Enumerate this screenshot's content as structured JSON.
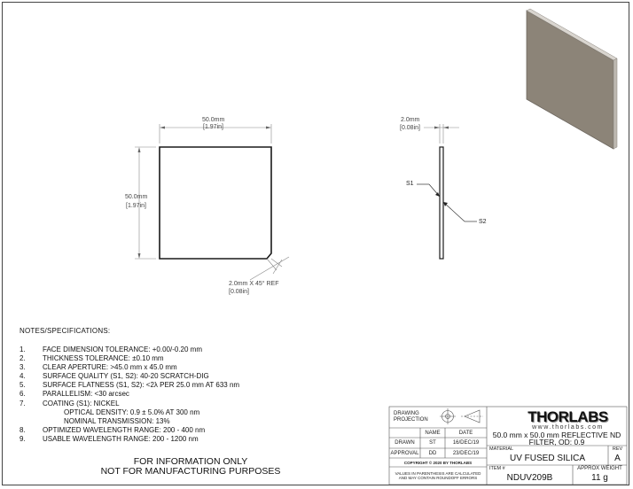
{
  "front_view": {
    "width_mm": "50.0mm",
    "width_in": "[1.97in]",
    "height_mm": "50.0mm",
    "height_in": "[1.97in]",
    "chamfer_mm": "2.0mm  X 45° REF",
    "chamfer_in": "[0.08in]"
  },
  "side_view": {
    "thickness_mm": "2.0mm",
    "thickness_in": "[0.08in]",
    "s1": "S1",
    "s2": "S2"
  },
  "notes": {
    "title": "NOTES/SPECIFICATIONS:",
    "items": [
      {
        "num": "1.",
        "text": "FACE DIMENSION TOLERANCE: +0.00/-0.20 mm"
      },
      {
        "num": "2.",
        "text": "THICKNESS TOLERANCE: ±0.10 mm"
      },
      {
        "num": "3.",
        "text": "CLEAR APERTURE: >45.0 mm x 45.0 mm"
      },
      {
        "num": "4.",
        "text": "SURFACE QUALITY (S1, S2): 40-20 SCRATCH-DIG"
      },
      {
        "num": "5.",
        "text": "SURFACE FLATNESS (S1, S2): <2λ PER 25.0 mm AT 633 nm"
      },
      {
        "num": "6.",
        "text": "PARALLELISM: <30 arcsec"
      },
      {
        "num": "7.",
        "text": "COATING (S1): NICKEL"
      }
    ],
    "sub_items": [
      "OPTICAL DENSITY: 0.9 ± 5.0% AT 300 nm",
      "NOMINAL TRANSMISSION: 13%"
    ],
    "items_after": [
      {
        "num": "8.",
        "text": "OPTIMIZED WAVELENGTH RANGE: 200 - 400 nm"
      },
      {
        "num": "9.",
        "text": "USABLE WAVELENGTH RANGE: 200 - 1200 nm"
      }
    ]
  },
  "disclaimer": {
    "line1": "FOR INFORMATION ONLY",
    "line2": "NOT FOR MANUFACTURING PURPOSES"
  },
  "title_block": {
    "projection_label": "DRAWING PROJECTION",
    "name_header": "NAME",
    "date_header": "DATE",
    "drawn_label": "DRAWN",
    "drawn_name": "ST",
    "drawn_date": "16/DEC/19",
    "approval_label": "APPROVAL",
    "approval_name": "DD",
    "approval_date": "23/DEC/19",
    "copyright": "COPYRIGHT © 2020 BY THORLABS",
    "rounding_note": "VALUES IN PARENTHESIS ARE CALCULATED AND MAY CONTAIN ROUNDOFF ERRORS",
    "logo": "THORLABS",
    "website": "www.thorlabs.com",
    "description": "50.0 mm x 50.0 mm REFLECTIVE ND FILTER, OD: 0.9",
    "material_label": "MATERIAL",
    "material": "UV FUSED SILICA",
    "rev_label": "REV",
    "rev": "A",
    "item_label": "ITEM #",
    "item": "NDUV209B",
    "weight_label": "APPROX WEIGHT",
    "weight": "11 g"
  },
  "colors": {
    "line": "#1a1a1a",
    "dim_line": "#888888",
    "iso_face": "#8c8478",
    "iso_edge": "#cfcac2"
  }
}
